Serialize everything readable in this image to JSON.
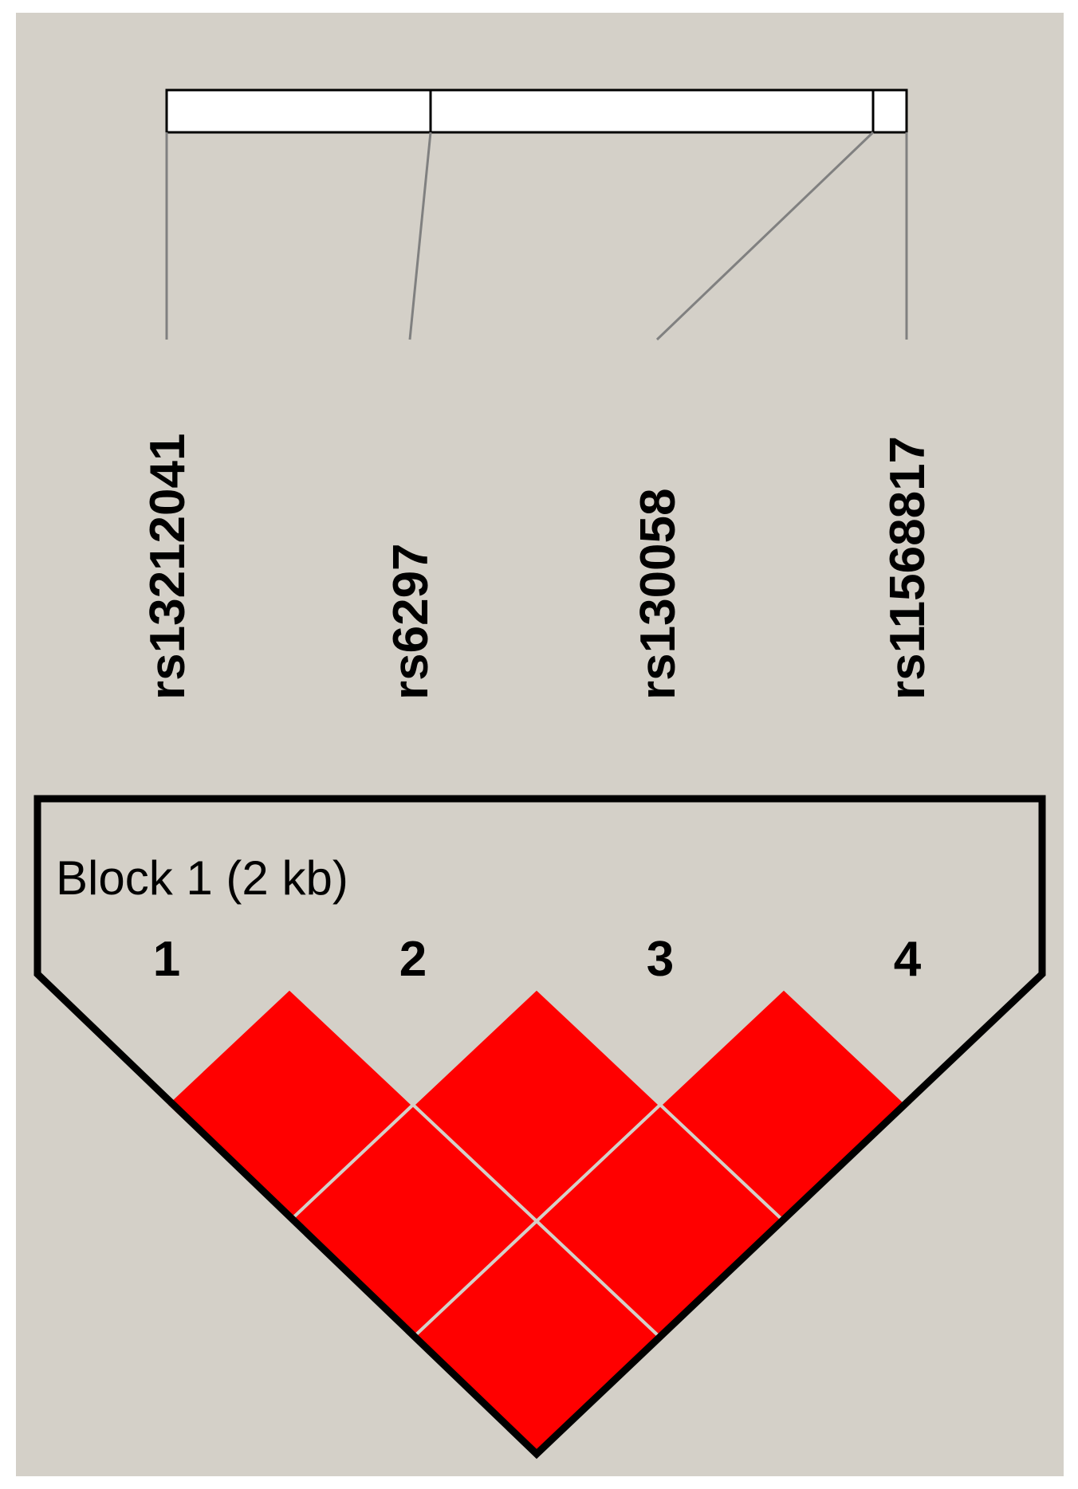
{
  "colors": {
    "background": "#d4d0c8",
    "ld_cell": "#ff0000",
    "cell_border": "#d4d0c8",
    "outline": "#000000",
    "bar_fill": "#ffffff",
    "connector": "#808080"
  },
  "block": {
    "label": "Block 1 (2 kb)"
  },
  "markers": [
    {
      "number": "1",
      "snp": "rs13212041"
    },
    {
      "number": "2",
      "snp": "rs6297"
    },
    {
      "number": "3",
      "snp": "rs130058"
    },
    {
      "number": "4",
      "snp": "rs11568817"
    }
  ],
  "ld_pairs": [
    {
      "markers": "1-2",
      "color": "#ff0000"
    },
    {
      "markers": "2-3",
      "color": "#ff0000"
    },
    {
      "markers": "3-4",
      "color": "#ff0000"
    },
    {
      "markers": "1-3",
      "color": "#ff0000"
    },
    {
      "markers": "2-4",
      "color": "#ff0000"
    },
    {
      "markers": "1-4",
      "color": "#ff0000"
    }
  ]
}
